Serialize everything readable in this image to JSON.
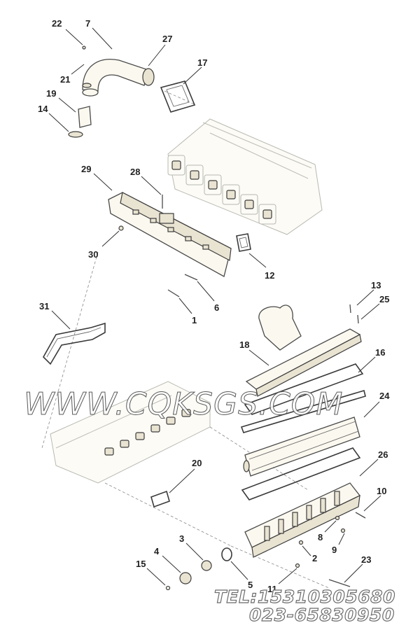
{
  "callouts": {
    "c22": "22",
    "c7": "7",
    "c27": "27",
    "c21": "21",
    "c17": "17",
    "c19": "19",
    "c14": "14",
    "c29": "29",
    "c28": "28",
    "c30": "30",
    "c12": "12",
    "c6": "6",
    "c1": "1",
    "c31": "31",
    "c13": "13",
    "c25": "25",
    "c18": "18",
    "c16": "16",
    "c24": "24",
    "c20": "20",
    "c26": "26",
    "c10": "10",
    "c8": "8",
    "c9": "9",
    "c3": "3",
    "c4": "4",
    "c15": "15",
    "c2": "2",
    "c23": "23",
    "c5": "5",
    "c11": "11"
  },
  "watermark": "WWW.CQKSGS.COM",
  "contact": {
    "tel": "TEL:15310305680",
    "phone2": "023-65830950"
  },
  "colors": {
    "line": "#3a3a3a",
    "fill": "#fbf8ef",
    "ghost": "#b9b9b2"
  }
}
